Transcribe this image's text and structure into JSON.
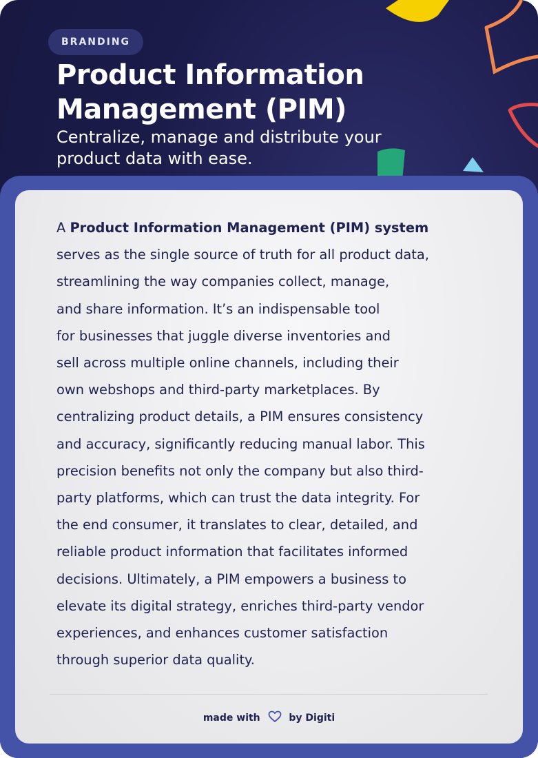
{
  "header": {
    "badge": "BRANDING",
    "title_line1": "Product Information",
    "title_line2": "Management (PIM)",
    "subtitle_line1": "Centralize, manage and distribute your",
    "subtitle_line2": "product data with ease."
  },
  "article": {
    "lead": "A ",
    "lead_bold": "Product Information Management (PIM) system",
    "lines": [
      "serves as the single source of truth for all product data,",
      "streamlining the way companies collect, manage,",
      "and share information. It’s an indispensable tool",
      "for businesses that juggle diverse inventories and",
      "sell across multiple online channels, including their",
      "own webshops and third-party marketplaces. By",
      "centralizing product details, a PIM ensures consistency",
      "and accuracy, significantly reducing manual labor. This",
      "precision benefits not only the company but also third-",
      "party platforms, which can trust the data integrity. For",
      "the end consumer, it translates to clear, detailed, and",
      "reliable product information that facilitates informed",
      "decisions. Ultimately, a PIM empowers a business to",
      "elevate its digital strategy, enriches third-party vendor",
      "experiences, and enhances customer satisfaction",
      "through superior data quality."
    ]
  },
  "footer": {
    "prefix": "made with",
    "icon": "heart-icon",
    "suffix": "by Digiti"
  },
  "colors": {
    "header_bg": "#1b1b4a",
    "frame": "#4453a8",
    "text": "#1f2150",
    "accent_yellow": "#f6d000",
    "accent_orange": "#f0884e",
    "accent_red": "#e14b4b",
    "accent_green": "#25a77a",
    "accent_blue": "#7fd0ef"
  }
}
